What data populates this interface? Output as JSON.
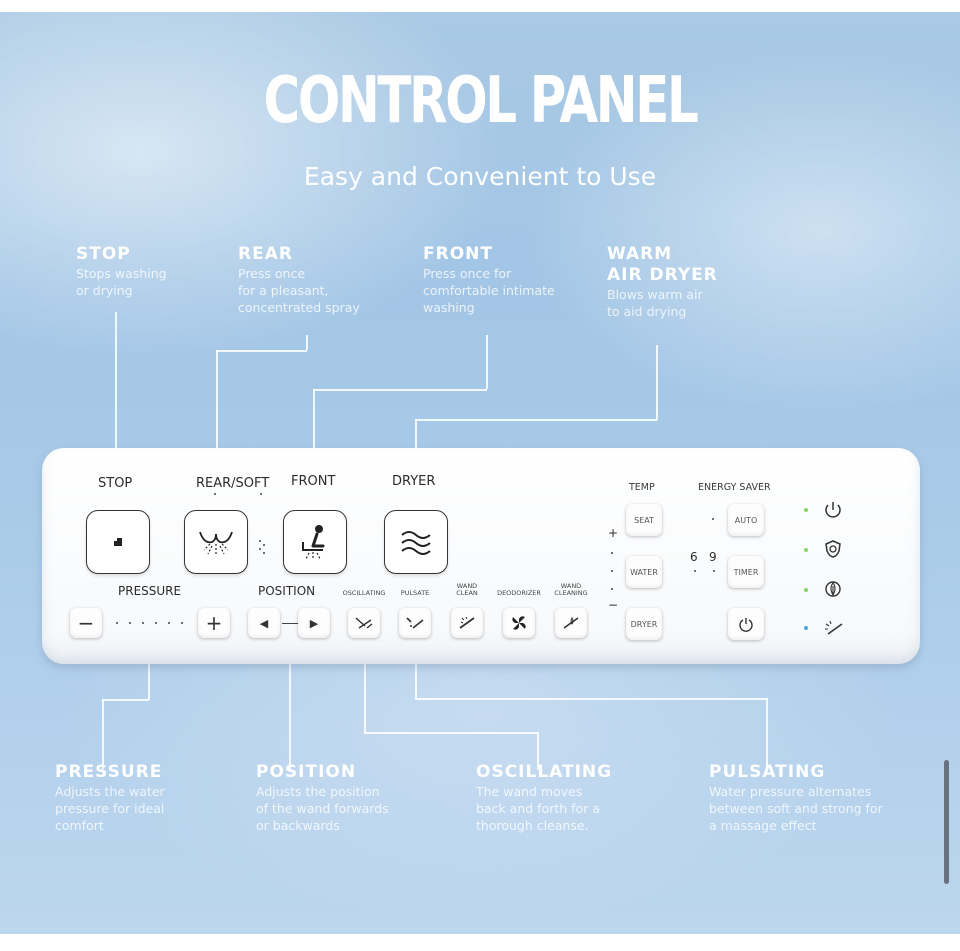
{
  "title": "CONTROL PANEL",
  "subtitle": "Easy and Convenient to Use",
  "callouts": {
    "stop": {
      "heading": "STOP",
      "desc": "Stops washing\nor drying"
    },
    "rear": {
      "heading": "REAR",
      "desc": "Press once\nfor a pleasant,\nconcentrated spray"
    },
    "front": {
      "heading": "FRONT",
      "desc": "Press once for\ncomfortable intimate\nwashing"
    },
    "dryer": {
      "heading": "WARM\nAIR DRYER",
      "desc": "Blows warm air\nto aid drying"
    },
    "pressure": {
      "heading": "PRESSURE",
      "desc": "Adjusts the water\npressure for ideal\ncomfort"
    },
    "position": {
      "heading": "POSITION",
      "desc": "Adjusts the position\nof the wand forwards\nor backwards"
    },
    "oscillating": {
      "heading": "OSCILLATING",
      "desc": "The wand moves\nback and forth for a\nthorough cleanse."
    },
    "pulsating": {
      "heading": "PULSATING",
      "desc": "Water pressure alternates\nbetween soft and strong for\na massage effect"
    }
  },
  "panel": {
    "labels": {
      "stop": "STOP",
      "rear_soft": "REAR/SOFT",
      "front": "FRONT",
      "dryer": "DRYER",
      "pressure": "PRESSURE",
      "position": "POSITION",
      "temp": "TEMP",
      "energy_saver": "ENERGY SAVER",
      "oscillating": "OSCILLATING",
      "pulsate": "PULSATE",
      "wand_clean": "WAND\nCLEAN",
      "deodorizer": "DEODORIZER",
      "wand_cleaning": "WAND\nCLEANING"
    },
    "pressure_minus": "−",
    "pressure_plus": "+",
    "temp_plus": "+",
    "temp_minus": "−",
    "temp_buttons": [
      "SEAT",
      "WATER",
      "DRYER"
    ],
    "energy_buttons": [
      "AUTO",
      "TIMER"
    ],
    "timer_values": [
      "6",
      "9"
    ],
    "status_icons": [
      "power-icon",
      "shield-icon",
      "leaf-icon",
      "wand-icon"
    ],
    "colors": {
      "green_led": "#8cd26a",
      "blue_led": "#4aa8e0"
    }
  }
}
